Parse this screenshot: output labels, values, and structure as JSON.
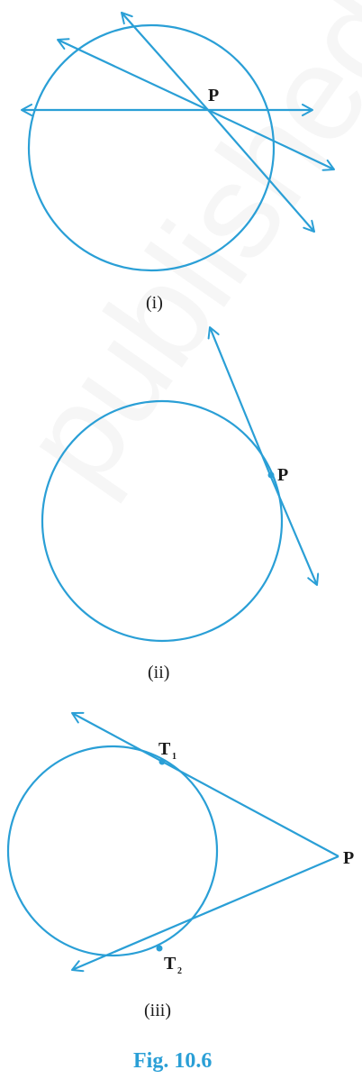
{
  "watermark": {
    "text": "published"
  },
  "figure_i": {
    "label": "(i)",
    "point": "P"
  },
  "figure_ii": {
    "label": "(ii)",
    "point": "P"
  },
  "figure_iii": {
    "label": "(iii)",
    "point": "P",
    "tangent_point_1": "T",
    "tangent_point_1_sub": "1",
    "tangent_point_2": "T",
    "tangent_point_2_sub": "2"
  },
  "caption": "Fig. 10.6",
  "colors": {
    "line": "#2a9fd6",
    "text": "#1a1a1a",
    "caption": "#2a9fd6"
  }
}
